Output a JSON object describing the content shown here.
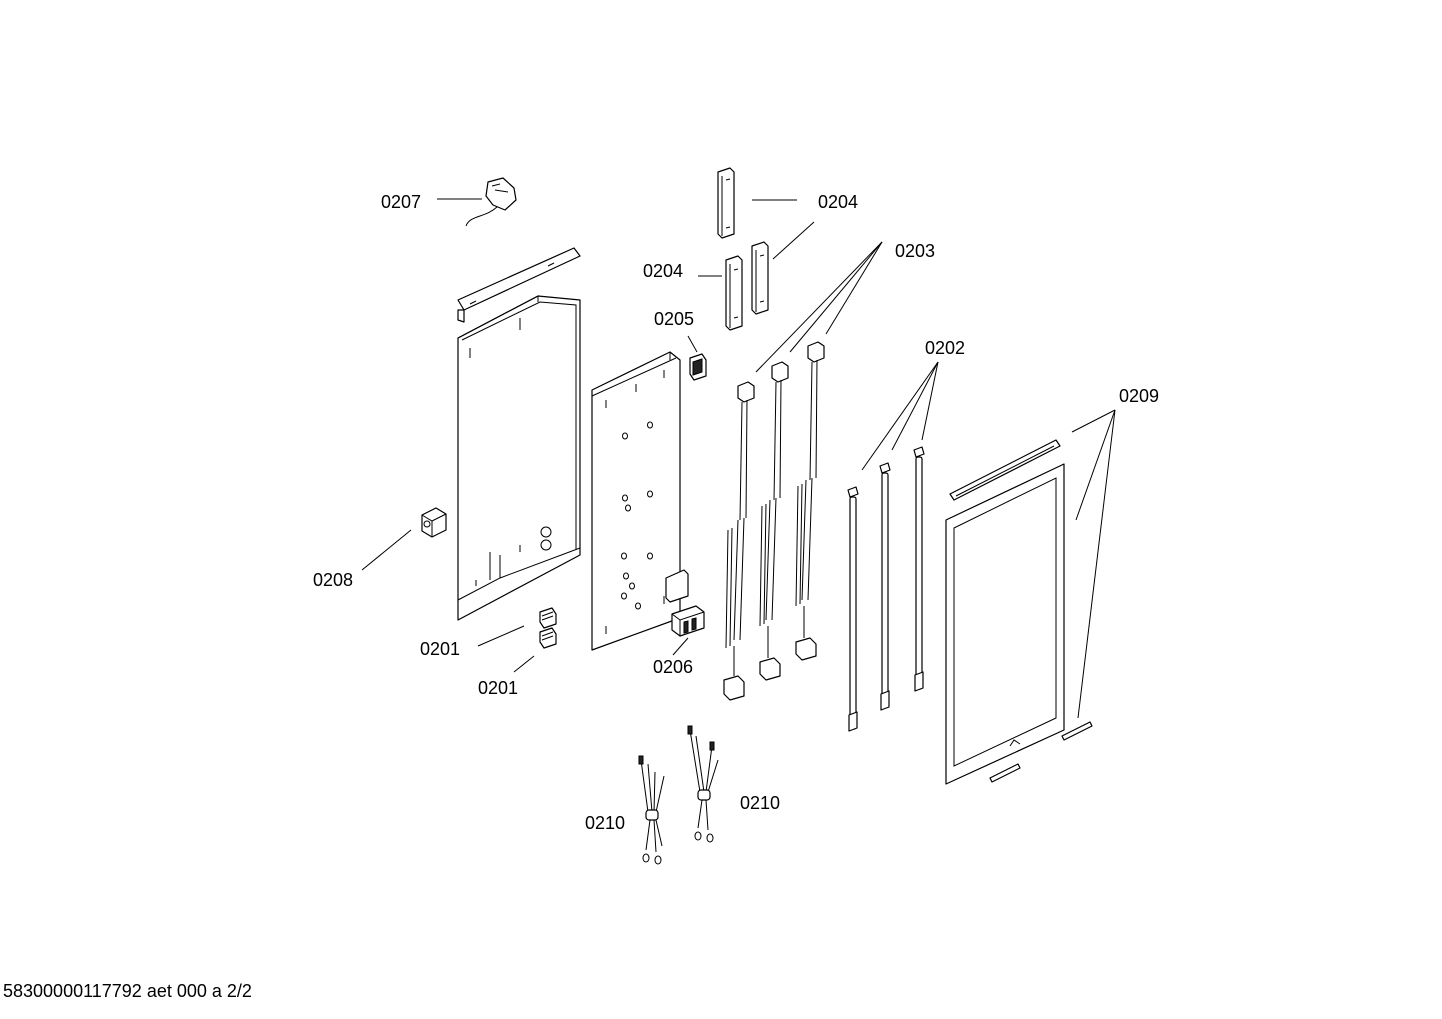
{
  "labels": {
    "l0207": "0207",
    "l0204a": "0204",
    "l0204b": "0204",
    "l0203": "0203",
    "l0205": "0205",
    "l0202": "0202",
    "l0209": "0209",
    "l0208": "0208",
    "l0201a": "0201",
    "l0201b": "0201",
    "l0206": "0206",
    "l0210a": "0210",
    "l0210b": "0210"
  },
  "footer": "58300000117792 aet 000 a 2/2"
}
